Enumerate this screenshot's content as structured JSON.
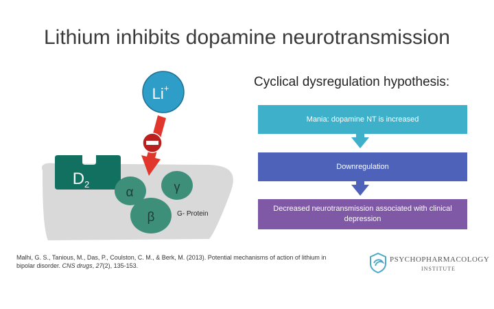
{
  "slide": {
    "title": "Lithium inhibits dopamine neurotransmission",
    "hypothesis_title": "Cyclical dysregulation hypothesis:"
  },
  "diagram": {
    "lithium_label": "Li",
    "lithium_charge": "+",
    "receptor_label": "D",
    "receptor_subscript": "2",
    "alpha": "α",
    "beta": "β",
    "gamma": "γ",
    "gprotein_label": "G- Protein"
  },
  "flow": [
    "Mania: dopamine NT is increased",
    "Downregulation",
    "Decreased neurotransmission associated with clinical depression"
  ],
  "citation": {
    "text_part1": "Malhi, G. S., Tanious, M., Das, P., Coulston, C. M., & Berk, M. (2013). Potential mechanisms of action of lithium in bipolar disorder. ",
    "journal": "CNS drugs",
    "volume": "27",
    "issue_pages": "(2), 135-153."
  },
  "logo": {
    "line1": "PSYCHOPHARMACOLOGY",
    "line2": "INSTITUTE"
  },
  "colors": {
    "box1": "#3fb0c9",
    "box2": "#4d62b8",
    "box3": "#7f58a6",
    "lithium": "#2e9dc7",
    "receptor": "#127060",
    "gprotein": "#3d8f7a",
    "membrane": "#d9d9d9",
    "inhibit_arrow": "#e0362b"
  }
}
